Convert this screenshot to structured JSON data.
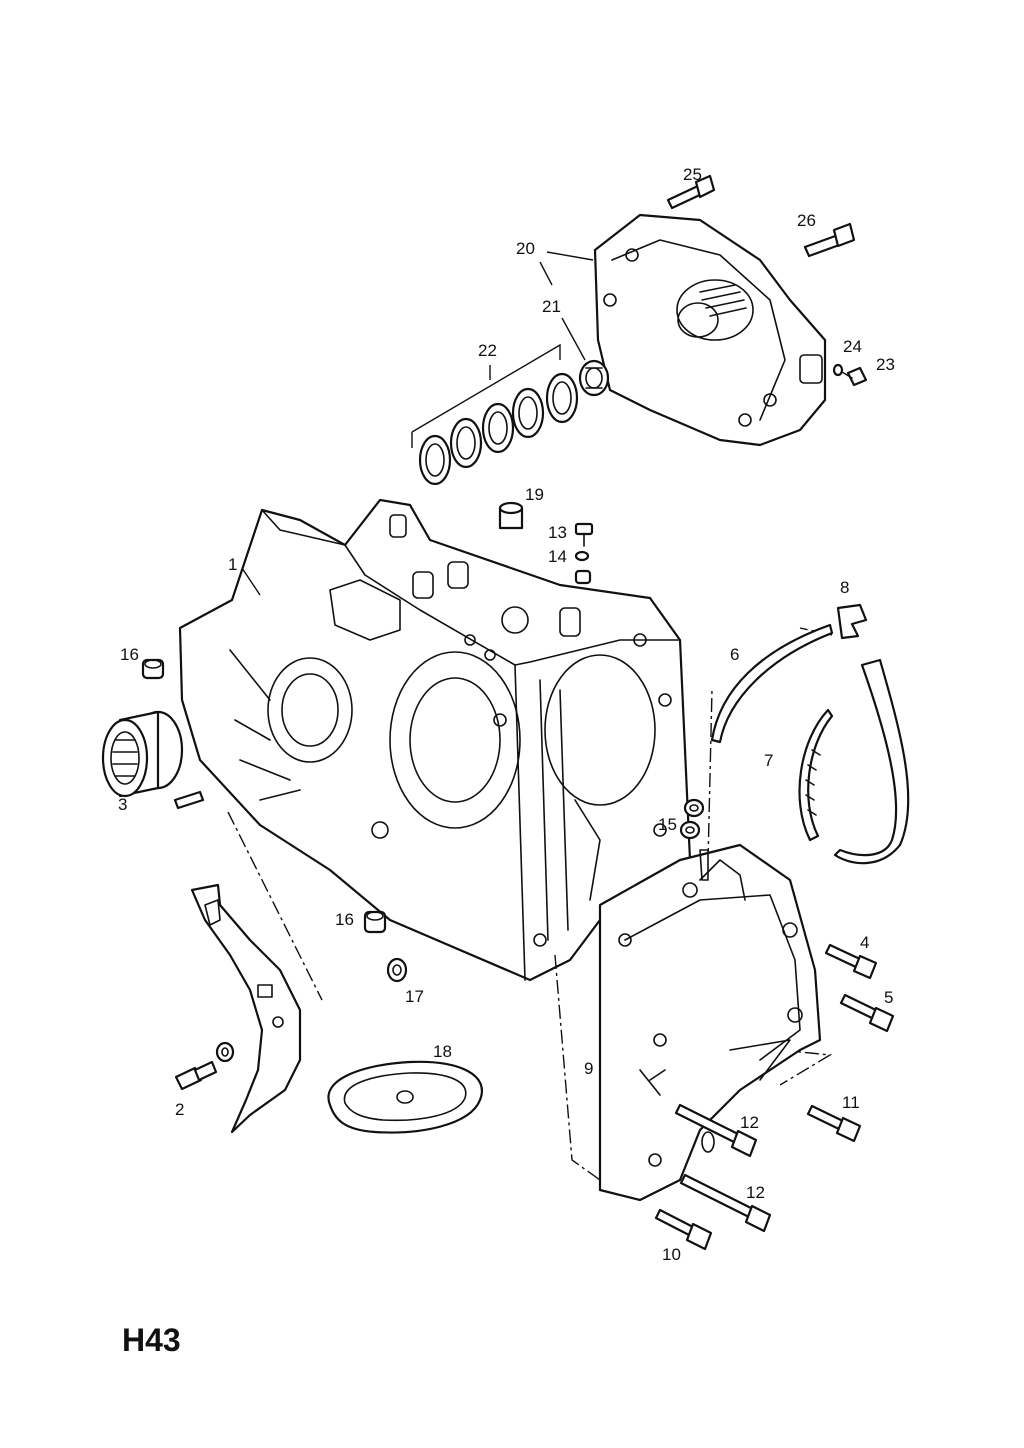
{
  "sheet_code": "H43",
  "callouts": {
    "c1": "1",
    "c2": "2",
    "c3": "3",
    "c4": "4",
    "c5": "5",
    "c6": "6",
    "c7": "7",
    "c8": "8",
    "c9": "9",
    "c10": "10",
    "c11": "11",
    "c12a": "12",
    "c12b": "12",
    "c13": "13",
    "c14": "14",
    "c15": "15",
    "c16a": "16",
    "c16b": "16",
    "c17": "17",
    "c18": "18",
    "c19": "19",
    "c20": "20",
    "c21": "21",
    "c22": "22",
    "c23": "23",
    "c24": "24",
    "c25": "25",
    "c26": "26"
  }
}
